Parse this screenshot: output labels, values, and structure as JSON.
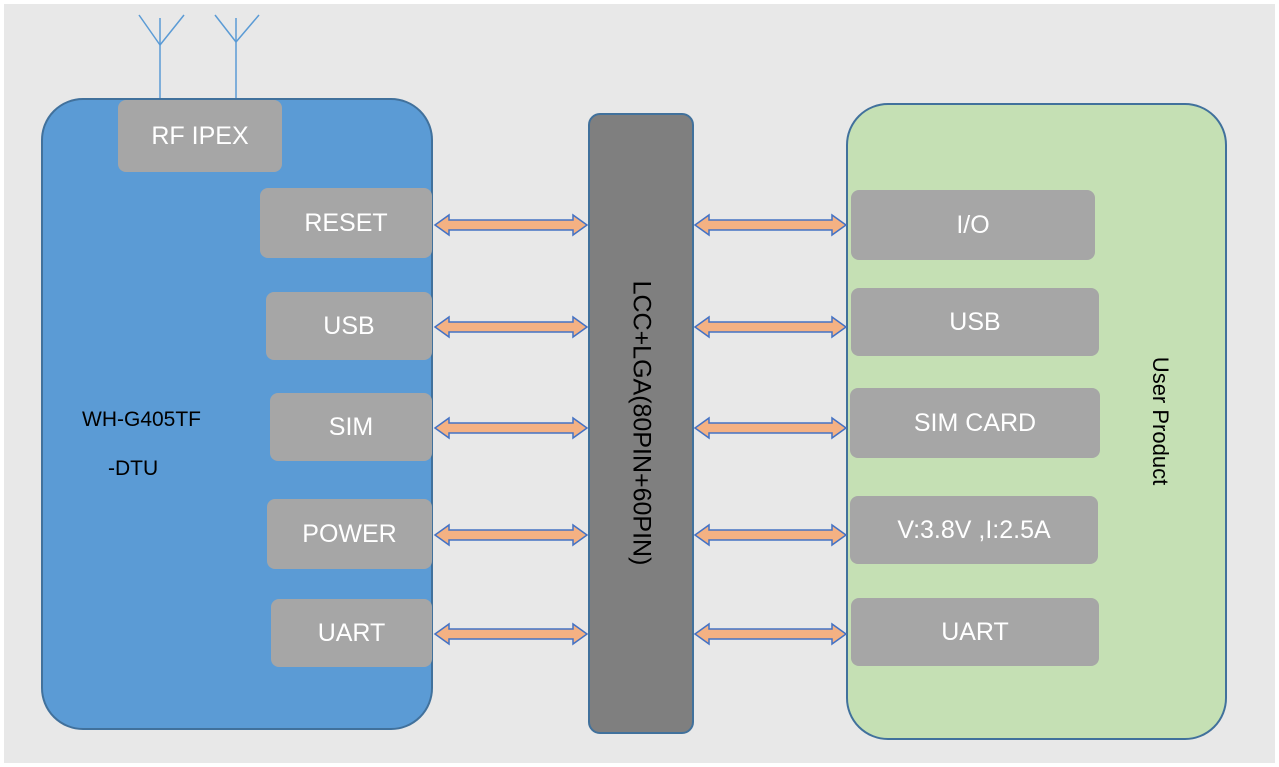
{
  "module": {
    "name_line1": "WH-G405TF",
    "name_line2": "-DTU",
    "antenna_port": "RF  IPEX",
    "pins": [
      "RESET",
      "USB",
      "SIM",
      "POWER",
      "UART"
    ]
  },
  "bus": {
    "label": "LCC+LGA(80PIN+60PIN)"
  },
  "user_product": {
    "label": "User Product",
    "pins": [
      "I/O",
      "USB",
      "SIM CARD",
      "V:3.8V ,I:2.5A",
      "UART"
    ]
  },
  "colors": {
    "module_fill": "#5b9bd5",
    "user_fill": "#c5e0b4",
    "bus_fill": "#7f7f7f",
    "pin_fill": "#a6a6a6",
    "arrow_fill": "#f4b183",
    "arrow_stroke": "#4472c4"
  }
}
